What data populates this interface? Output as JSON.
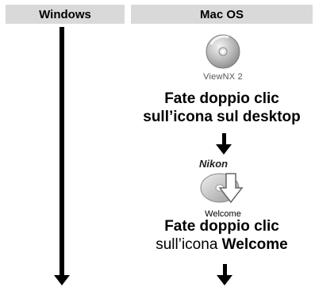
{
  "headers": {
    "windows": "Windows",
    "mac": "Mac OS"
  },
  "mac": {
    "cd_icon_label": "ViewNX 2",
    "step1": {
      "line1": "Fate doppio clic",
      "line2": "sull’icona sul desktop"
    },
    "nikon_icon_brand": "Nikon",
    "welcome_icon_label": "Welcome",
    "step2": {
      "line1": "Fate doppio clic",
      "line2_prefix": "sull’icona ",
      "line2_bold": "Welcome"
    }
  },
  "colors": {
    "header_bg": "#d9d9d9",
    "text": "#000000",
    "arrow": "#000000"
  },
  "icons": [
    "cd-disc-icon",
    "nikon-welcome-icon",
    "down-arrow-icon"
  ]
}
